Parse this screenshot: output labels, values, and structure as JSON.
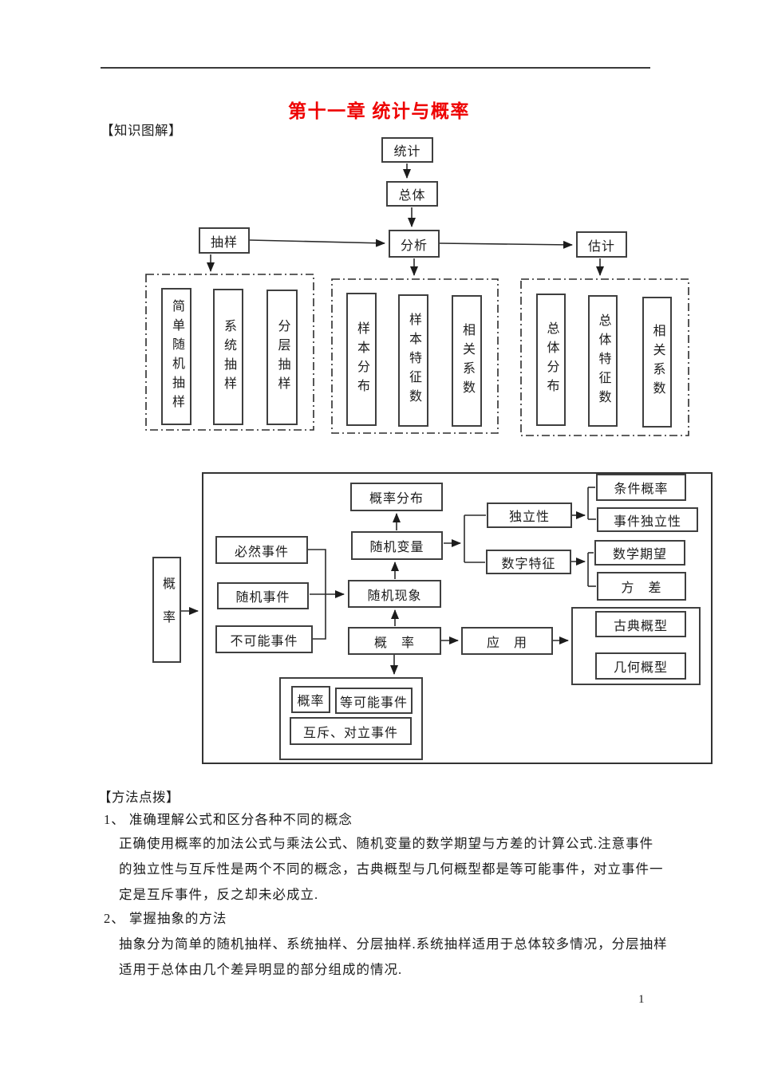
{
  "page": {
    "title": "第十一章 统计与概率",
    "title_color": "#ee0000",
    "page_number": "1"
  },
  "sections": {
    "knowledge_label": "【知识图解】",
    "methods_label": "【方法点拨】"
  },
  "diagram1": {
    "nodes": {
      "tongji": "统计",
      "zongti": "总体",
      "chouyang": "抽样",
      "fenxi": "分析",
      "guji": "估计"
    },
    "group_sampling": [
      "简单随机抽样",
      "系统抽样",
      "分层抽样"
    ],
    "group_sample": [
      "样本分布",
      "样本特征数",
      "相关系数"
    ],
    "group_population": [
      "总体分布",
      "总体特征数",
      "相关系数"
    ]
  },
  "diagram2": {
    "root": "概率",
    "nodes": {
      "biran": "必然事件",
      "suijishijian": "随机事件",
      "bukeneng": "不可能事件",
      "gailvfenbu": "概率分布",
      "suijibianliang": "随机变量",
      "suijixianxiang": "随机现象",
      "gailv": "概　率",
      "dulixing": "独立性",
      "shuzitezheng": "数字特征",
      "tiaojiangailv": "条件概率",
      "shijiandulixing": "事件独立性",
      "shuxueqiwang": "数学期望",
      "fangcha": "方　差",
      "yingyong": "应　用",
      "gudian": "古典概型",
      "jihe": "几何概型",
      "gailv_small": "概率",
      "dengkeneng": "等可能事件",
      "huchiduili": "互斥、对立事件"
    }
  },
  "methods": {
    "lines": [
      {
        "text": "1、 准确理解公式和区分各种不同的概念"
      },
      {
        "text": "正确使用概率的加法公式与乘法公式、随机变量的数学期望与方差的计算公式.注意事件"
      },
      {
        "text": "的独立性与互斥性是两个不同的概念，古典概型与几何概型都是等可能事件，对立事件一"
      },
      {
        "text": "定是互斥事件，反之却未必成立."
      },
      {
        "text": "2、 掌握抽象的方法"
      },
      {
        "text": "抽象分为简单的随机抽样、系统抽样、分层抽样.系统抽样适用于总体较多情况，分层抽样"
      },
      {
        "text": "适用于总体由几个差异明显的部分组成的情况."
      }
    ]
  }
}
